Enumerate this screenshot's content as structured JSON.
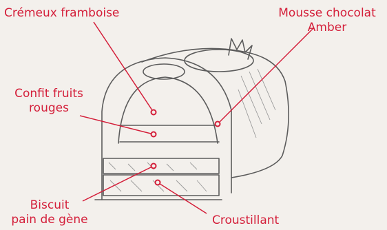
{
  "colors": {
    "accent": "#d41f3a",
    "pencil": "#5c5c5c",
    "paper": "#f3f0ec"
  },
  "labels": {
    "cremeux": "Crémeux framboise",
    "mousse_line1": "Mousse chocolat",
    "mousse_line2": "Amber",
    "confit_line1": "Confit fruits",
    "confit_line2": "rouges",
    "biscuit_line1": "Biscuit",
    "biscuit_line2": "pain de gène",
    "croustillant": "Croustillant"
  }
}
